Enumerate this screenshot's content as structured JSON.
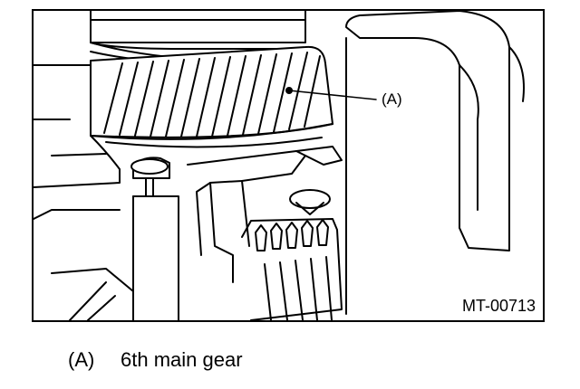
{
  "figure": {
    "callout_label": "(A)",
    "figure_code": "MT-00713",
    "stroke_color": "#000000",
    "fill_color": "#ffffff"
  },
  "caption": {
    "tag": "(A)",
    "text": "6th main gear"
  }
}
